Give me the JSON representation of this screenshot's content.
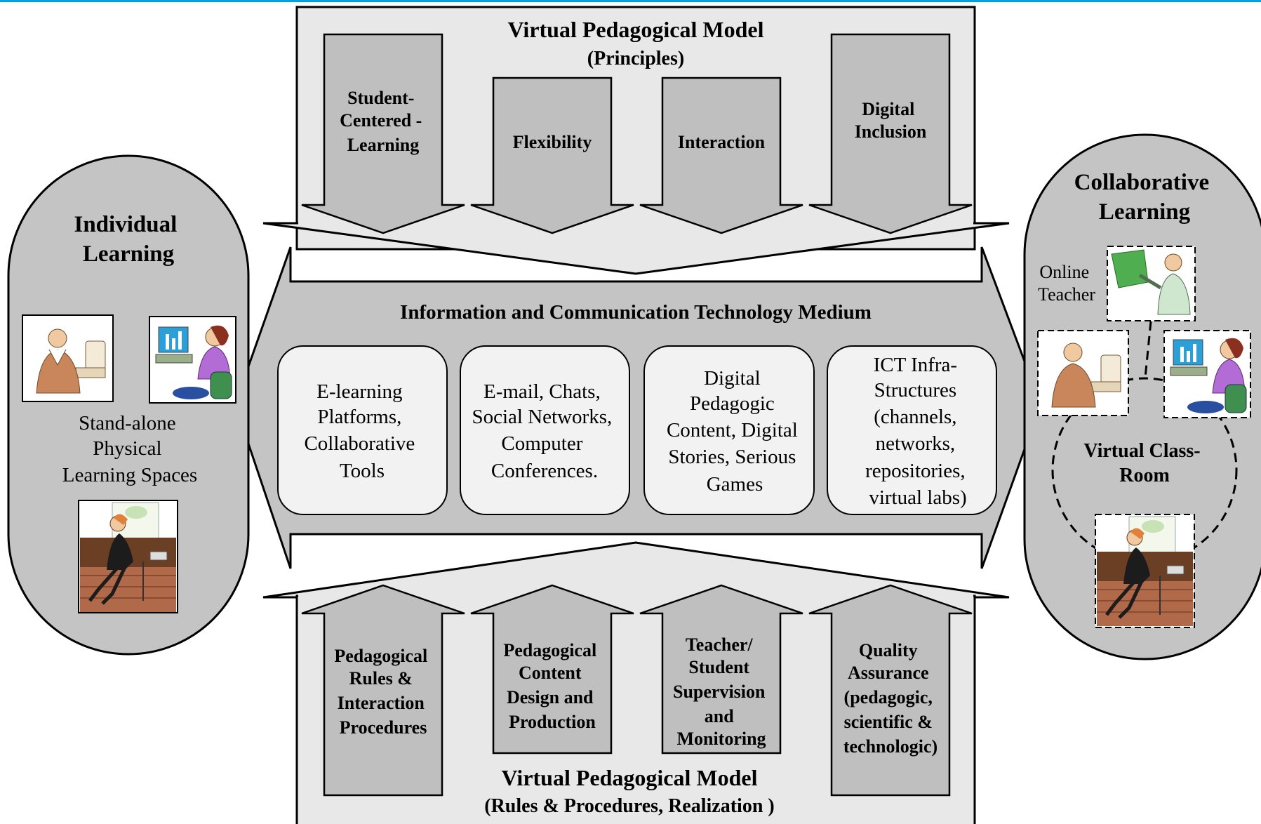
{
  "top_model": {
    "title": "Virtual Pedagogical Model",
    "subtitle": "(Principles)",
    "arrows": [
      {
        "lines": [
          "Student-",
          "Centered -",
          "Learning"
        ]
      },
      {
        "lines": [
          "Flexibility"
        ]
      },
      {
        "lines": [
          "Interaction"
        ]
      },
      {
        "lines": [
          "Digital",
          "Inclusion"
        ]
      }
    ]
  },
  "bottom_model": {
    "title": "Virtual Pedagogical Model",
    "subtitle": "(Rules & Procedures, Realization )",
    "arrows": [
      {
        "lines": [
          "Pedagogical",
          "Rules &",
          "Interaction",
          "Procedures"
        ]
      },
      {
        "lines": [
          "Pedagogical",
          "Content",
          "Design and",
          "Production"
        ]
      },
      {
        "lines": [
          "Teacher/",
          "Student",
          "Supervision",
          "and",
          "Monitoring"
        ]
      },
      {
        "lines": [
          "Quality",
          "Assurance",
          "(pedagogic,",
          "scientific &",
          "technologic)"
        ]
      }
    ]
  },
  "medium": {
    "title": "Information and Communication Technology Medium",
    "boxes": [
      {
        "lines": [
          "E-learning",
          "Platforms,",
          "Collaborative",
          "Tools"
        ]
      },
      {
        "lines": [
          "E-mail, Chats,",
          "Social Networks,",
          "Computer",
          "Conferences."
        ]
      },
      {
        "lines": [
          "Digital",
          "Pedagogic",
          "Content, Digital",
          "Stories, Serious",
          "Games"
        ]
      },
      {
        "lines": [
          "ICT Infra-",
          "Structures",
          "(channels,",
          "networks,",
          "repositories,",
          "virtual labs)"
        ]
      }
    ]
  },
  "individual": {
    "title_lines": [
      "Individual",
      "Learning"
    ],
    "caption_lines": [
      "Stand-alone",
      "Physical",
      "Learning Spaces"
    ]
  },
  "collaborative": {
    "title_lines": [
      "Collaborative",
      "Learning"
    ],
    "teacher_label_lines": [
      "Online",
      "Teacher"
    ],
    "classroom_lines": [
      "Virtual Class-",
      "Room"
    ]
  },
  "colors": {
    "top_border": "#00a0e0",
    "panel_fill": "#e8e8e8",
    "arrow_fill": "#bfbfbf",
    "capsule_fill": "#c4c4c4",
    "box_fill": "#f2f2f2",
    "stroke": "#000000"
  },
  "icons": [
    "man-at-computer-icon",
    "woman-at-computer-icon",
    "woman-on-sofa-icon",
    "teacher-at-board-icon"
  ]
}
